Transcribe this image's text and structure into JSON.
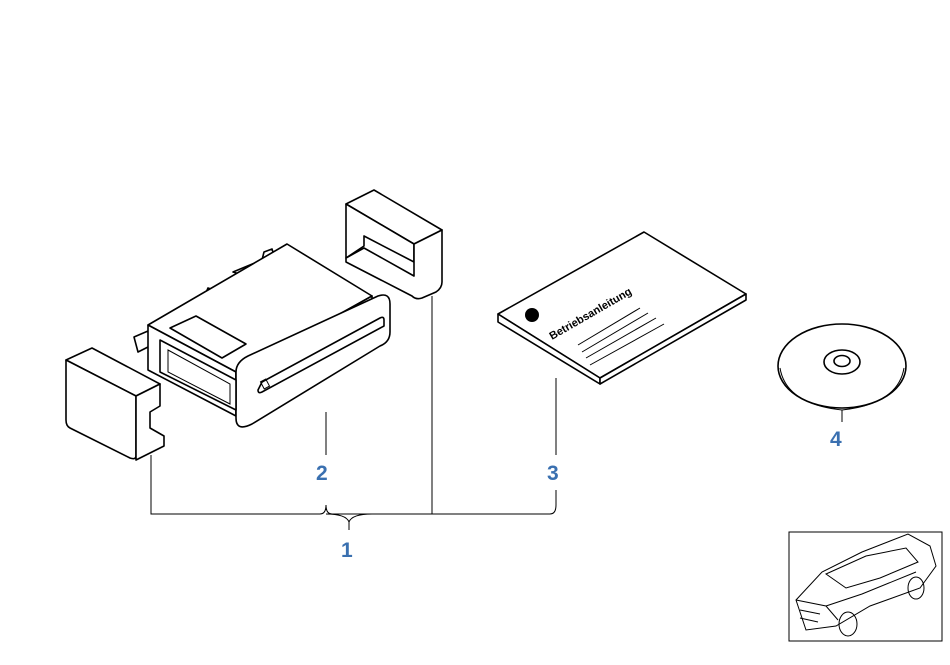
{
  "callouts": {
    "c1": "1",
    "c2": "2",
    "c3": "3",
    "c4": "4"
  },
  "manual": {
    "title": "Betriebsanleitung"
  },
  "colors": {
    "callout": "#3a70b0",
    "line": "#000000",
    "background": "#ffffff"
  },
  "icons": {
    "brand_logo": "bmw-roundel-icon",
    "car_thumbnail": "car-thumbnail-icon"
  }
}
